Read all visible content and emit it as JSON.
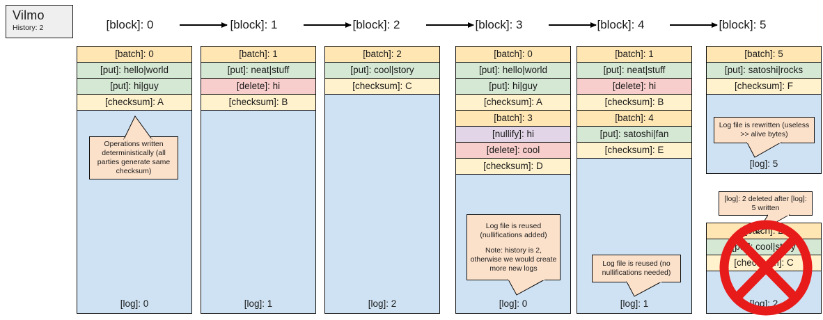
{
  "legend": {
    "title": "Vilmo",
    "subtitle": "History: 2"
  },
  "header": {
    "blocks": [
      {
        "label": "[block]: 0"
      },
      {
        "label": "[block]: 1"
      },
      {
        "label": "[block]: 2"
      },
      {
        "label": "[block]: 3"
      },
      {
        "label": "[block]: 4"
      },
      {
        "label": "[block]: 5"
      }
    ],
    "arrow_icon": "arrow-right-icon"
  },
  "colors": {
    "batch": "#ffe6b3",
    "checksum": "#fff2cc",
    "put": "#d5e8d4",
    "delete": "#f8cecc",
    "nullify": "#e1d5e7",
    "log_body": "#cfe2f3",
    "callout": "#fbe0ca",
    "prohibition": "#e81b1b",
    "legend_bg": "#efefef",
    "stroke": "#0d0d0d"
  },
  "columns": [
    {
      "name": "block-0",
      "boxes": [
        {
          "rows": [
            {
              "type": "batch",
              "label": "[batch]: 0"
            },
            {
              "type": "put",
              "label": "[put]: hello|world"
            },
            {
              "type": "put",
              "label": "[put]: hi|guy"
            },
            {
              "type": "checksum",
              "label": "[checksum]: A"
            }
          ],
          "log_label": "[log]: 0",
          "callout": {
            "lines": [
              "Operations written deterministically (all parties generate same checksum)"
            ]
          }
        }
      ]
    },
    {
      "name": "block-1",
      "boxes": [
        {
          "rows": [
            {
              "type": "batch",
              "label": "[batch]: 1"
            },
            {
              "type": "put",
              "label": "[put]: neat|stuff"
            },
            {
              "type": "delete",
              "label": "[delete]: hi"
            },
            {
              "type": "checksum",
              "label": "[checksum]: B"
            }
          ],
          "log_label": "[log]: 1"
        }
      ]
    },
    {
      "name": "block-2",
      "boxes": [
        {
          "rows": [
            {
              "type": "batch",
              "label": "[batch]: 2"
            },
            {
              "type": "put",
              "label": "[put]: cool|story"
            },
            {
              "type": "checksum",
              "label": "[checksum]: C"
            }
          ],
          "log_label": "[log]: 2"
        }
      ]
    },
    {
      "name": "block-3",
      "boxes": [
        {
          "rows": [
            {
              "type": "batch",
              "label": "[batch]: 0"
            },
            {
              "type": "put",
              "label": "[put]: hello|world"
            },
            {
              "type": "put",
              "label": "[put]: hi|guy"
            },
            {
              "type": "checksum",
              "label": "[checksum]: A"
            },
            {
              "type": "batch",
              "label": "[batch]: 3"
            },
            {
              "type": "nullify",
              "label": "[nullify]: hi"
            },
            {
              "type": "delete",
              "label": "[delete]: cool"
            },
            {
              "type": "checksum",
              "label": "[checksum]: D"
            }
          ],
          "log_label": "[log]: 0",
          "callout": {
            "lines": [
              "Log file is reused (nullifications added)",
              "Note: history is 2, otherwise we would create more new logs"
            ]
          }
        }
      ]
    },
    {
      "name": "block-4",
      "boxes": [
        {
          "rows": [
            {
              "type": "batch",
              "label": "[batch]: 1"
            },
            {
              "type": "put",
              "label": "[put]: neat|stuff"
            },
            {
              "type": "delete",
              "label": "[delete]: hi"
            },
            {
              "type": "checksum",
              "label": "[checksum]: B"
            },
            {
              "type": "batch",
              "label": "[batch]: 4"
            },
            {
              "type": "put",
              "label": "[put]: satoshi|fan"
            },
            {
              "type": "checksum",
              "label": "[checksum]: E"
            }
          ],
          "log_label": "[log]: 1",
          "callout": {
            "lines": [
              "Log file is reused (no nullifications needed)"
            ]
          }
        }
      ]
    },
    {
      "name": "block-5",
      "boxes": [
        {
          "rows": [
            {
              "type": "batch",
              "label": "[batch]: 5"
            },
            {
              "type": "put",
              "label": "[put]: satoshi|rocks"
            },
            {
              "type": "checksum",
              "label": "[checksum]: F"
            }
          ],
          "log_label": "[log]: 5",
          "callout": {
            "lines": [
              "Log file is rewritten (useless >> alive bytes)"
            ]
          }
        },
        {
          "rows": [
            {
              "type": "batch",
              "label": "[batch]: 2"
            },
            {
              "type": "put",
              "label": "[put]: cool|story"
            },
            {
              "type": "checksum",
              "label": "[checksum]: C"
            }
          ],
          "log_label": "[log]: 2",
          "deleted": true,
          "deleted_icon": "prohibition-icon",
          "callout": {
            "lines": [
              "[log]: 2 deleted after [log]: 5 written"
            ]
          }
        }
      ]
    }
  ]
}
